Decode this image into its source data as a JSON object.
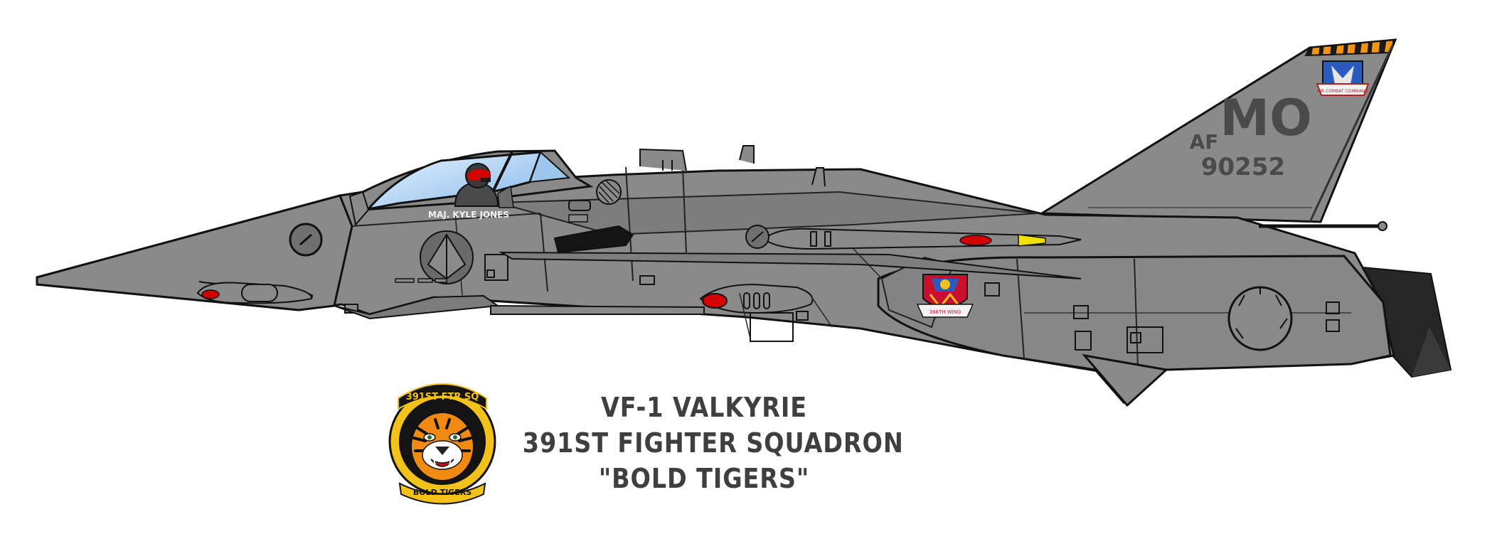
{
  "aircraft": {
    "pilot_name": "MAJ. KYLE JONES",
    "tail_code": "MO",
    "serial_prefix": "AF",
    "serial_number": "90252"
  },
  "patch": {
    "top_text": "391ST FTR SQ",
    "bottom_text": "BOLD TIGERS"
  },
  "wing_badge_text": "366TH WING",
  "command_badge_text": "AIR COMBAT COMMAND",
  "caption": {
    "line1": "VF-1 VALKYRIE",
    "line2": "391ST FIGHTER SQUADRON",
    "line3": "\"BOLD TIGERS\""
  },
  "colors": {
    "airframe": "#8a8a8a",
    "outline": "#111111",
    "canopy": "#a9cdf0",
    "tiger_orange": "#f08a12",
    "patch_gold": "#f2c21a",
    "marker_red": "#d40000",
    "caption_text": "#3f3f3f"
  }
}
